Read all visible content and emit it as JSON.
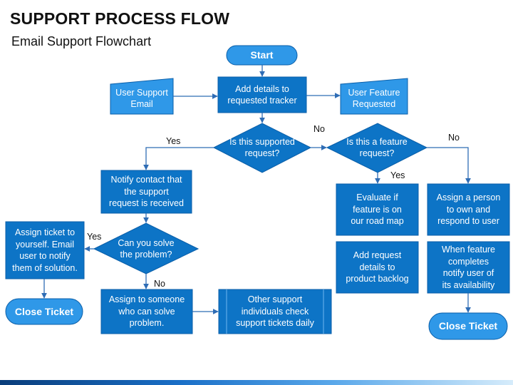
{
  "header": {
    "title": "SUPPORT PROCESS FLOW",
    "subtitle": "Email Support Flowchart"
  },
  "colors": {
    "primary": "#0d74c6",
    "light": "#2f98e8",
    "line": "#2f6db5",
    "border": "#0a5ea8"
  },
  "nodes": {
    "start": "Start",
    "user_support_email": "User Support\nEmail",
    "add_details": "Add details to\nrequested tracker",
    "user_feature_requested": "User Feature\nRequested",
    "is_supported": "Is this supported\nrequest?",
    "is_feature": "Is this a feature\nrequest?",
    "notify_contact": "Notify contact that\nthe support\nrequest is received",
    "evaluate_feature": "Evaluate if\nfeature is on\nour road map",
    "assign_person": "Assign a person\nto own and\nrespond to user",
    "assign_ticket": "Assign ticket to\nyourself. Email\nuser to notify\nthem of solution.",
    "can_you_solve": "Can you solve\nthe problem?",
    "add_request": "Add request\ndetails to\nproduct backlog",
    "when_feature": "When feature\ncompletes\nnotify user of\nits availability",
    "close_ticket_left": "Close Ticket",
    "assign_someone": "Assign to someone\nwho can solve\nproblem.",
    "other_support": "Other support\nindividuals check\nsupport tickets daily",
    "close_ticket_right": "Close Ticket"
  },
  "edge_labels": {
    "yes_supported": "Yes",
    "no_supported": "No",
    "no_feature": "No",
    "yes_feature": "Yes",
    "yes_solve": "Yes",
    "no_solve": "No"
  }
}
